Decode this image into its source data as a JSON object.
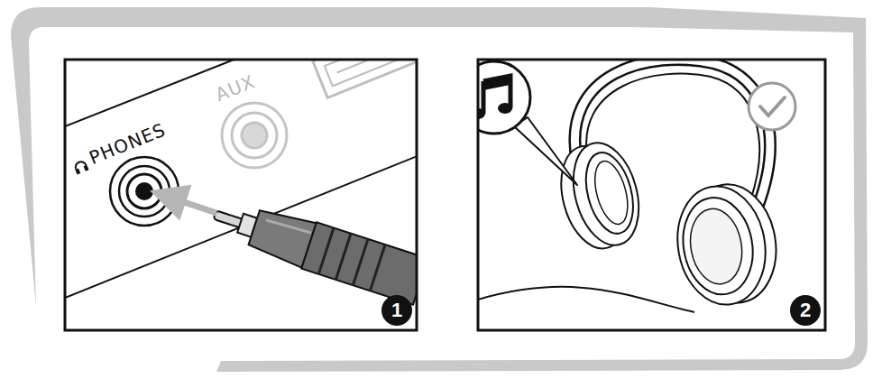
{
  "diagram": {
    "labels": [
      "PHONES",
      "AUX",
      "1",
      "2"
    ]
  }
}
